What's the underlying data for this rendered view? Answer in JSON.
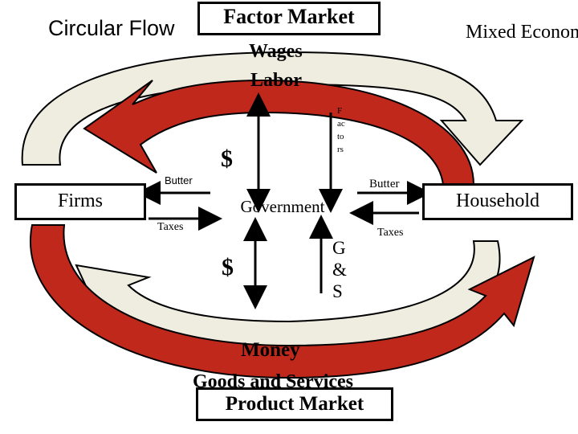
{
  "title": "Circular Flow",
  "subtitle": "Mixed Economy",
  "factor_market": {
    "label": "Factor Market",
    "flow_1": "Wages",
    "flow_2": "Labor",
    "vertical_label": "Factors"
  },
  "product_market": {
    "label": "Product Market",
    "flow_1": "Money",
    "flow_2": "Goods and Services"
  },
  "firms": "Firms",
  "household": "Household",
  "government": "Government",
  "dollar_top": "$",
  "dollar_bottom": "$",
  "gs_label": "G & S",
  "butter_left": "Butter",
  "butter_right": "Butter",
  "taxes_left": "Taxes",
  "taxes_right": "Taxes",
  "colors": {
    "red_flow": "#c0281c",
    "cream_flow": "#efece0"
  }
}
